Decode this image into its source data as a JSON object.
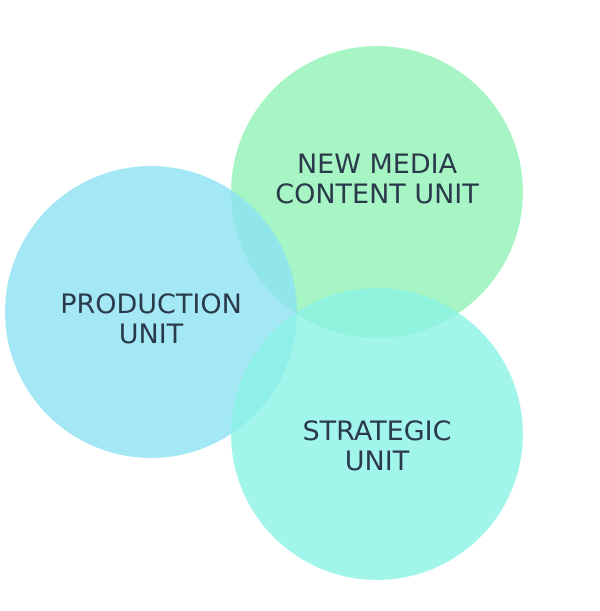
{
  "diagram": {
    "type": "venn",
    "circles": [
      {
        "id": "new-media",
        "lines": [
          "NEW MEDIA",
          "CONTENT UNIT"
        ],
        "color": "#8ef2b4"
      },
      {
        "id": "production",
        "lines": [
          "PRODUCTION",
          "UNIT"
        ],
        "color": "#8ae2f3"
      },
      {
        "id": "strategic",
        "lines": [
          "STRATEGIC",
          "UNIT"
        ],
        "color": "#88f2e4"
      }
    ]
  }
}
